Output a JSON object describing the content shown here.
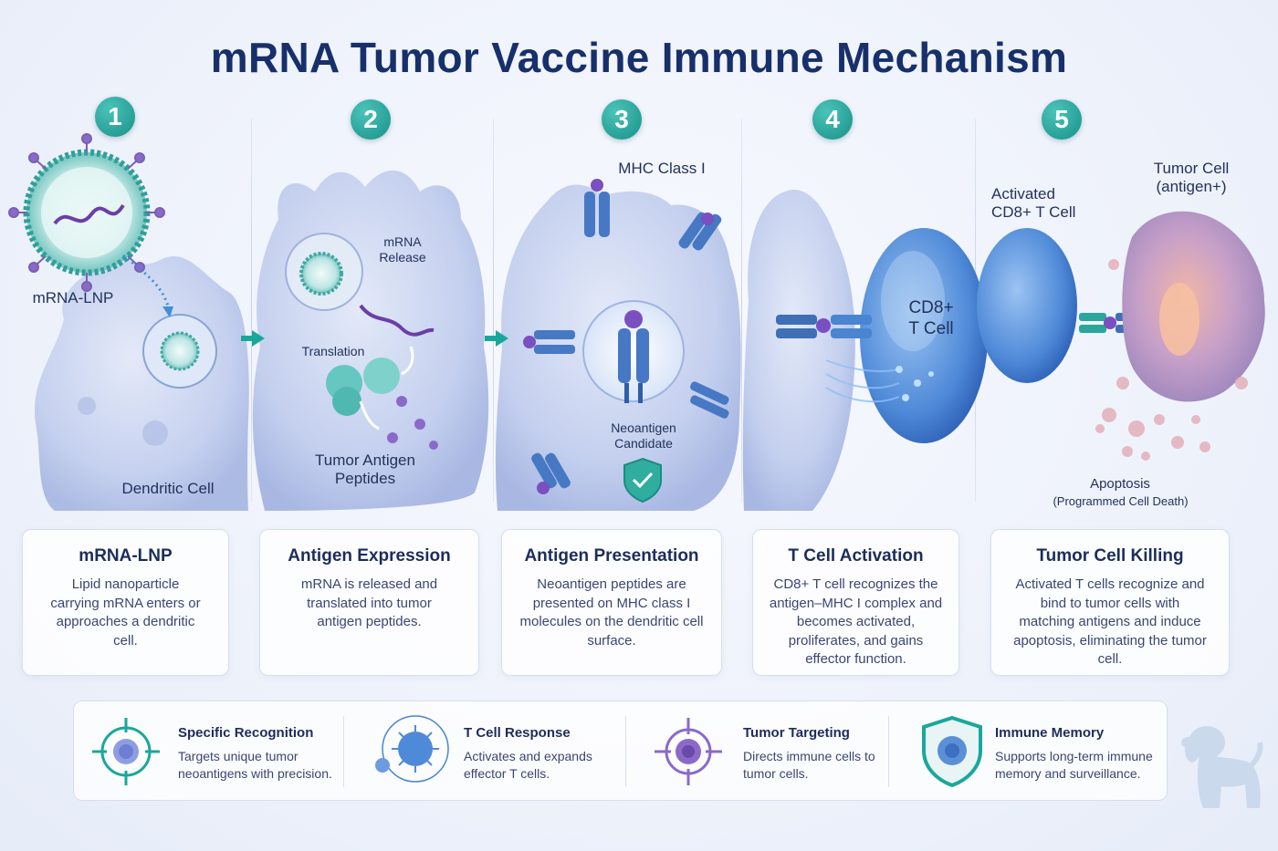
{
  "title": "mRNA Tumor Vaccine Immune Mechanism",
  "colors": {
    "teal": "#1aa79b",
    "navy": "#17306b",
    "cell": "#c9d4f0",
    "receptor": "#3f6fb5",
    "antigen": "#7a4fc0"
  },
  "steps": [
    {
      "number": "1",
      "labels": {
        "lnp": "mRNA-LNP",
        "cell": "Dendritic Cell"
      }
    },
    {
      "number": "2",
      "labels": {
        "release": "mRNA\nRelease",
        "translation": "Translation",
        "peptides": "Tumor Antigen\nPeptides"
      }
    },
    {
      "number": "3",
      "labels": {
        "mhc": "MHC Class I",
        "neoantigen": "Neoantigen\nCandidate"
      }
    },
    {
      "number": "4",
      "labels": {
        "tcell": "CD8+\nT Cell"
      }
    },
    {
      "number": "5",
      "labels": {
        "activated": "Activated\nCD8+ T Cell",
        "tumor": "Tumor Cell\n(antigen+)",
        "apoptosis": "Apoptosis",
        "apoptosis_sub": "(Programmed Cell Death)"
      }
    }
  ],
  "cards": [
    {
      "title": "mRNA-LNP",
      "text": "Lipid nanoparticle carrying mRNA enters or approaches a dendritic cell."
    },
    {
      "title": "Antigen Expression",
      "text": "mRNA is released and translated into tumor antigen peptides."
    },
    {
      "title": "Antigen Presentation",
      "text": "Neoantigen peptides are presented on MHC class I molecules on the dendritic cell surface."
    },
    {
      "title": "T Cell Activation",
      "text": "CD8+ T cell recognizes the antigen–MHC I complex and becomes activated, proliferates, and gains effector function."
    },
    {
      "title": "Tumor Cell Killing",
      "text": "Activated T cells recognize and bind to tumor cells with matching antigens and induce apoptosis, eliminating the tumor cell."
    }
  ],
  "benefits": [
    {
      "icon": "target-icon",
      "title": "Specific Recognition",
      "text": "Targets unique tumor neoantigens with precision."
    },
    {
      "icon": "t-cell-icon",
      "title": "T Cell Response",
      "text": "Activates and expands effector T cells."
    },
    {
      "icon": "crosshair-icon",
      "title": "Tumor Targeting",
      "text": "Directs immune cells to tumor cells."
    },
    {
      "icon": "shield-icon",
      "title": "Immune Memory",
      "text": "Supports long-term immune memory and surveillance."
    }
  ],
  "watermark": "dog-icon"
}
